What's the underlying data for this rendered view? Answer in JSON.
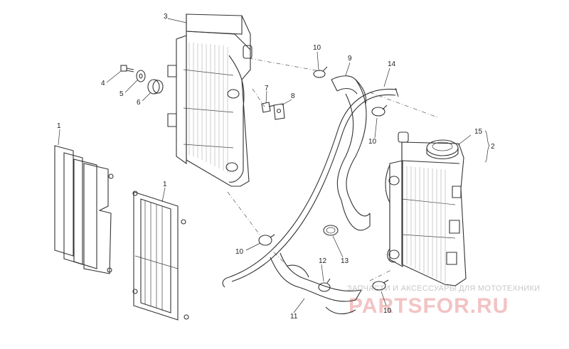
{
  "callouts": {
    "c1a": "1",
    "c1b": "1",
    "c2": "2",
    "c3": "3",
    "c4": "4",
    "c5": "5",
    "c6": "6",
    "c7": "7",
    "c8": "8",
    "c9": "9",
    "c10a": "10",
    "c10b": "10",
    "c10c": "10",
    "c10d": "10",
    "c11": "11",
    "c12": "12",
    "c13": "13",
    "c14": "14",
    "c15": "15"
  },
  "watermark": {
    "caption": "ЗАПЧАСТИ И АКСЕССУАРЫ ДЛЯ МОТОТЕХНИКИ",
    "brand": "PARTSFOR.RU"
  }
}
